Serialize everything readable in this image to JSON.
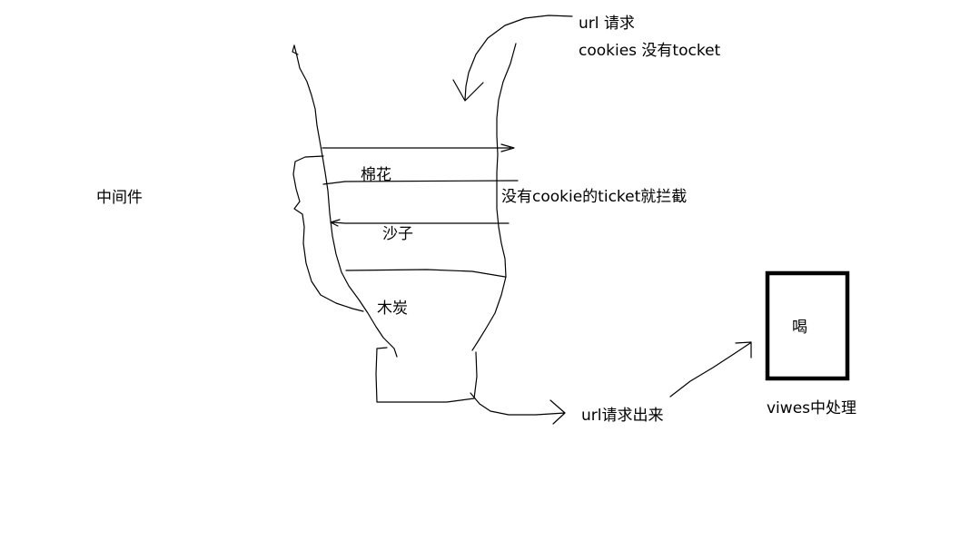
{
  "labels": {
    "url_request": "url 请求",
    "cookies_no_ticket": "cookies 没有tocket",
    "middleware": "中间件",
    "cotton": "棉花",
    "intercept": "没有cookie的ticket就拦截",
    "sand": "沙子",
    "charcoal": "木炭",
    "url_out": "url请求出来",
    "views": "viwes中处理",
    "drink": "喝"
  },
  "colors": {
    "ink": "#000000",
    "background": "#ffffff"
  }
}
